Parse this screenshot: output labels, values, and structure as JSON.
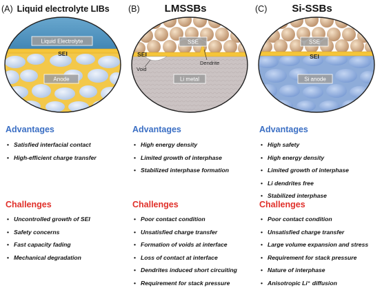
{
  "panels": [
    {
      "letter": "(A)",
      "name": "Liquid electrolyte LIBs",
      "labels": {
        "top": "Liquid Electrolyte",
        "sei": "SEI",
        "bottom": "Anode"
      },
      "advantages_title": "Advantages",
      "advantages": [
        "Satisfied interfacial contact",
        "High-efficient charge transfer"
      ],
      "challenges_title": "Challenges",
      "challenges": [
        "Uncontrolled growth of SEI",
        "Safety concerns",
        "Fast capacity fading",
        "Mechanical degradation"
      ]
    },
    {
      "letter": "(B)",
      "name": "LMSSBs",
      "labels": {
        "top": "SSE",
        "sei": "SEI",
        "bottom": "Li metal",
        "void": "Void",
        "dendrite": "Dendrite"
      },
      "advantages_title": "Advantages",
      "advantages": [
        "High energy density",
        "Limited growth of interphase",
        "Stabilized interphase formation"
      ],
      "challenges_title": "Challenges",
      "challenges": [
        "Poor contact condition",
        "Unsatisfied charge transfer",
        "Formation of voids at interface",
        "Loss of contact at interface",
        "Dendrites induced short circuiting",
        "Requirement for stack pressure"
      ]
    },
    {
      "letter": "(C)",
      "name": "Si-SSBs",
      "labels": {
        "top": "SSE",
        "sei": "SEI",
        "bottom": "Si anode"
      },
      "advantages_title": "Advantages",
      "advantages": [
        "High safety",
        "High energy density",
        "Limited growth of interphase",
        "Li dendrites free",
        "Stabilized interphase"
      ],
      "challenges_title": "Challenges",
      "challenges": [
        "Poor contact condition",
        "Unsatisfied charge transfer",
        "Large volume expansion and stress",
        "Requirement for stack pressure",
        "Nature of interphase",
        "Anisotropic Li⁺ diffusion"
      ]
    }
  ],
  "colors": {
    "advantages": "#3b6fc4",
    "challenges": "#e0302a",
    "sei": "#f5c53a",
    "liquid": "#4f95c0",
    "anode_particle": "#c9d9ef",
    "sse_particle": "#c59a73",
    "li_metal": "#c9c1c1",
    "si_particle": "#86a9de"
  }
}
